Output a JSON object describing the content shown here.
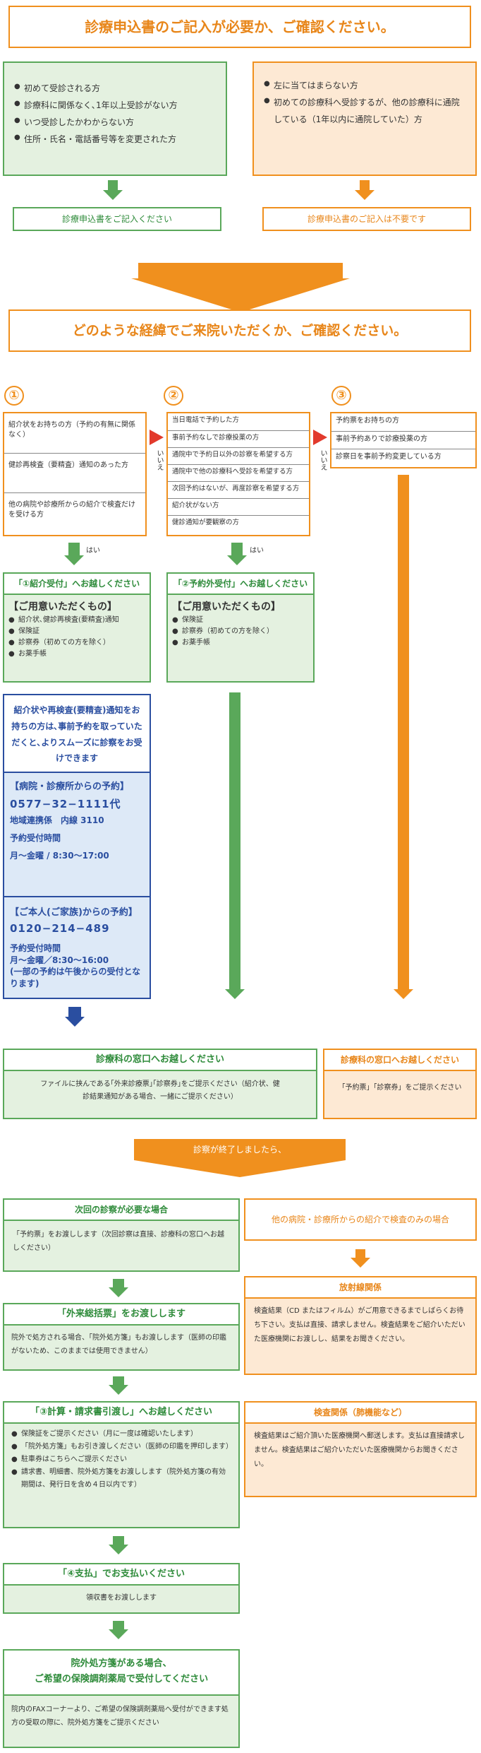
{
  "header1": "診療申込書のご記入が必要か、ご確認ください。",
  "left_list": [
    "初めて受診される方",
    "診療科に関係なく､1年以上受診がない方",
    "いつ受診したかわからない方",
    "住所・氏名・電話番号等を変更された方"
  ],
  "right_list": [
    "左に当てはまらない方",
    "初めての診療科へ受診するが、他の診療科に通院している（1年以内に通院していた）方"
  ],
  "left_result": "診療申込書をご記入ください",
  "right_result": "診療申込書のご記入は不要です",
  "header2": "どのような経緯でご来院いただくか、ご確認ください。",
  "circle1": "①",
  "circle2": "②",
  "circle3": "③",
  "col1_rows": [
    "紹介状をお持ちの方（予約の有無に関係なく）",
    "健診再検査（要精査）通知のあった方",
    "他の病院や診療所からの紹介で検査だけを受ける方"
  ],
  "col2_rows": [
    "当日電話で予約した方",
    "事前予約なしで診療投薬の方",
    "通院中で予約日以外の診察を希望する方",
    "通院中で他の診療科へ受診を希望する方",
    "次回予約はないが、再度診察を希望する方",
    "紹介状がない方",
    "健診通知が要観察の方"
  ],
  "col3_rows": [
    "予約票をお持ちの方",
    "事前予約ありで診療投薬の方",
    "診察日を事前予約変更している方"
  ],
  "no_label": "いいえ",
  "yes_label": "はい",
  "s1_title": "「①紹介受付」へお越しください",
  "s1_heading": "【ご用意いただくもの】",
  "s1_items": [
    "紹介状､健診再検査(要精査)通知",
    "保険証",
    "診察券（初めての方を除く）",
    "お薬手帳"
  ],
  "s2_title": "「②予約外受付」へお越しください",
  "s2_heading": "【ご用意いただくもの】",
  "s2_items": [
    "保険証",
    "診察券（初めての方を除く）",
    "お薬手帳"
  ],
  "blue_intro": "紹介状や再検査(要精査)通知をお持ちの方は､事前予約を取っていただくと､よりスムーズに診察をお受けできます",
  "blue_h1": "【病院・診療所からの予約】",
  "blue_tel1": "0577−32−1111代",
  "blue_ext": "地域連携係　内線 3110",
  "blue_hours_label1": "予約受付時間",
  "blue_hours1": "月〜金曜 / 8:30〜17:00",
  "blue_h2": "【ご本人(ご家族)からの予約】",
  "blue_tel2": "0120−214−489",
  "blue_hours_label2": "予約受付時間",
  "blue_hours2": "月〜金曜／8:30〜16:00",
  "blue_note": "(一部の予約は午後からの受付となります)",
  "window_g_title": "診療科の窓口へお越しください",
  "window_g_text": "ファイルに挟んである｢外来診療票｣｢診察券｣をご提示ください（紹介状、健診結果通知がある場合、一緒にご提示ください）",
  "window_o_title": "診療科の窓口へお越しください",
  "window_o_text": "「予約票」「診察券」をご提示ください",
  "after_banner": "診察が終了しましたら、",
  "next_title": "次回の診察が必要な場合",
  "next_text": "「予約票」をお渡しします（次回診察は直接、診療科の窓口へお越しください）",
  "other_title": "他の病院・診療所からの紹介で検査のみの場合",
  "gairai_title": "「外来総括票」をお渡しします",
  "gairai_text": "院外で処方される場合、「院外処方箋」もお渡しします（医師の印鑑がないため、このままでは使用できません）",
  "rad_title": "放射線関係",
  "rad_text": "検査結果（CD またはフィルム）がご用意できるまでしばらくお待ち下さい。支払は直接、請求しません。検査結果をご紹介いただいた医療機関にお渡しし、結果をお聞きください。",
  "calc_title": "「③計算・請求書引渡し」へお越しください",
  "calc_items": [
    "保険証をご提示ください（月に一度は確認いたします）",
    "「院外処方箋」もお引き渡しください（医師の印鑑を押印します）",
    "駐車券はこちらへご提示ください",
    "請求書、明細書、院外処方箋をお渡しします（院外処方箋の有効期間は、発行日を含め４日以内です）"
  ],
  "exam_title": "検査関係（肺機能など）",
  "exam_text": "検査結果はご紹介頂いた医療機関へ郵送します。支払は直接請求しません。検査結果はご紹介いただいた医療機関からお聞きください。",
  "pay_title": "「④支払」でお支払いください",
  "pay_text": "領収書をお渡しします",
  "rx_title1": "院外処方箋がある場合、",
  "rx_title2": "ご希望の保険調剤薬局で受付してください",
  "rx_text": "院内のFAXコーナーより、ご希望の保険調剤薬局へ受付ができます処方の受取の際に、院外処方箋をご提示ください"
}
